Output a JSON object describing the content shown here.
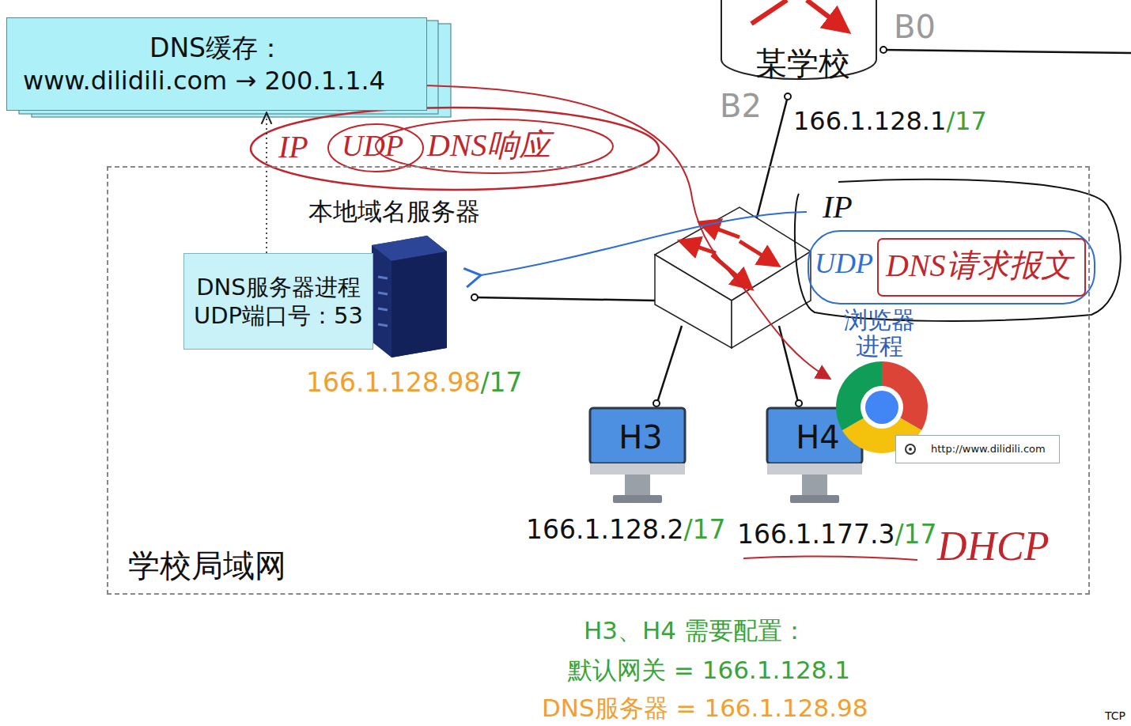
{
  "diagram": {
    "nodes": [
      {
        "text": [
          "DNS缓存：",
          "www.dilidili.com → 200.1.1.4"
        ]
      },
      {
        "text": [
          "某学校"
        ]
      },
      {
        "text": [
          "学校局域网"
        ]
      },
      {
        "text": [
          "DNS服务器进程",
          "UDP端口号：53"
        ],
        "in": 2
      },
      {
        "text": [
          "H3"
        ],
        "in": 2
      },
      {
        "text": [
          "H4"
        ],
        "in": 2
      },
      {
        "text": [
          "http://www.dilidili.com"
        ],
        "in": 2
      }
    ],
    "edges": [
      {
        "from": 3,
        "to": 0,
        "arrow": "to"
      }
    ],
    "labels": [
      "B0",
      "B2",
      "166.1.128.1",
      "/17",
      "本地域名服务器",
      "166.1.128.98",
      "/17",
      "浏览器进程",
      "166.1.128.2",
      "/17",
      "166.1.177.3",
      "/17",
      "DHCP",
      "IP",
      "UDP",
      "DNS响应",
      "IP",
      "UDP",
      "DNS请求报文",
      "H3、H4 需要配置：",
      "默认网关 = 166.1.128.1",
      "DNS服务器 = 166.1.128.98",
      "TCP"
    ]
  }
}
